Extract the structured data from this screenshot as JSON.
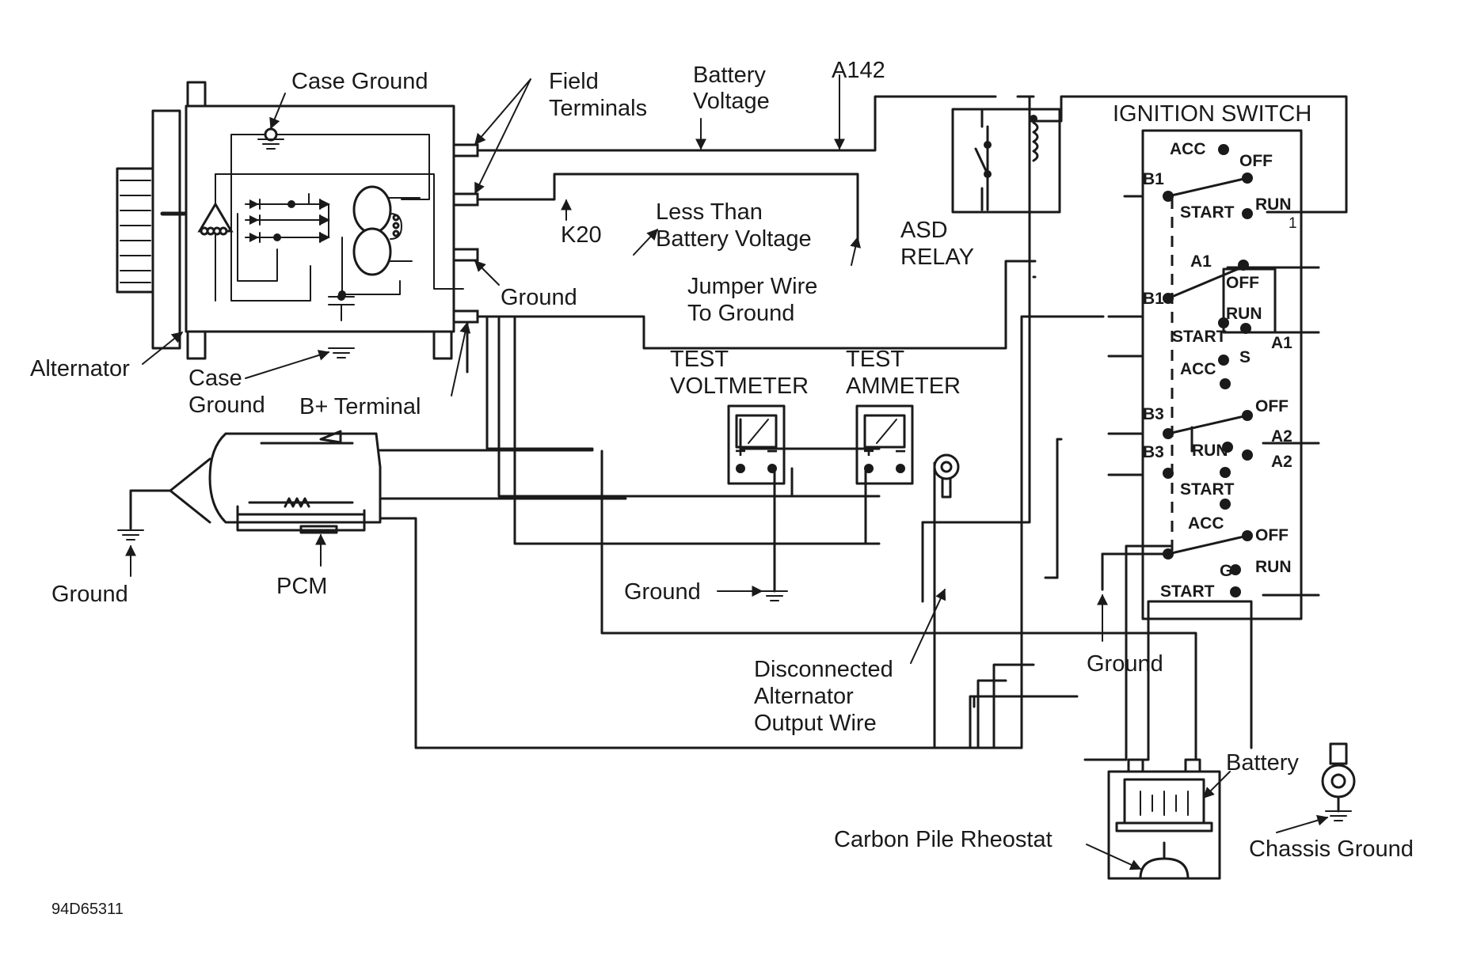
{
  "labels": {
    "case_ground_top": "Case Ground",
    "field_terminals": [
      "Field",
      "Terminals"
    ],
    "battery_voltage": [
      "Battery",
      "Voltage"
    ],
    "a142": "A142",
    "ignition_switch": "IGNITION SWITCH",
    "asd_relay": [
      "ASD",
      "RELAY"
    ],
    "k20": "K20",
    "less_than": [
      "Less Than",
      "Battery Voltage"
    ],
    "jumper_wire": [
      "Jumper Wire",
      "To Ground"
    ],
    "ground_terminal": "Ground",
    "alternator": "Alternator",
    "case_ground_bottom": [
      "Case",
      "Ground"
    ],
    "b_plus_terminal": "B+ Terminal",
    "test_voltmeter": [
      "TEST",
      "VOLTMETER"
    ],
    "test_ammeter": [
      "TEST",
      "AMMETER"
    ],
    "ground_pcm": "Ground",
    "pcm": "PCM",
    "ground_meters": "Ground",
    "disconnected": [
      "Disconnected",
      "Alternator",
      "Output Wire"
    ],
    "ground_switch": "Ground",
    "battery": "Battery",
    "carbon_pile": "Carbon Pile Rheostat",
    "chassis_ground": "Chassis Ground",
    "figure_id": "94D65311"
  },
  "switch_labels": {
    "acc_1": "ACC",
    "off_1": "OFF",
    "b1_a": "B1",
    "start_1": "START",
    "run_1": "RUN",
    "one": "1",
    "a1_a": "A1",
    "off_2": "OFF",
    "b1_b": "B1",
    "run_2": "RUN",
    "start_2": "START",
    "a1_b": "A1",
    "s": "S",
    "acc_2": "ACC",
    "off_3": "OFF",
    "b3_a": "B3",
    "run_3": "RUN",
    "a2_a": "A2",
    "b3_b": "B3",
    "a2_b": "A2",
    "start_3": "START",
    "acc_3": "ACC",
    "off_4": "OFF",
    "g": "G",
    "run_4": "RUN",
    "start_4": "START"
  },
  "meter_symbols": {
    "plus": "+",
    "minus": "−"
  }
}
